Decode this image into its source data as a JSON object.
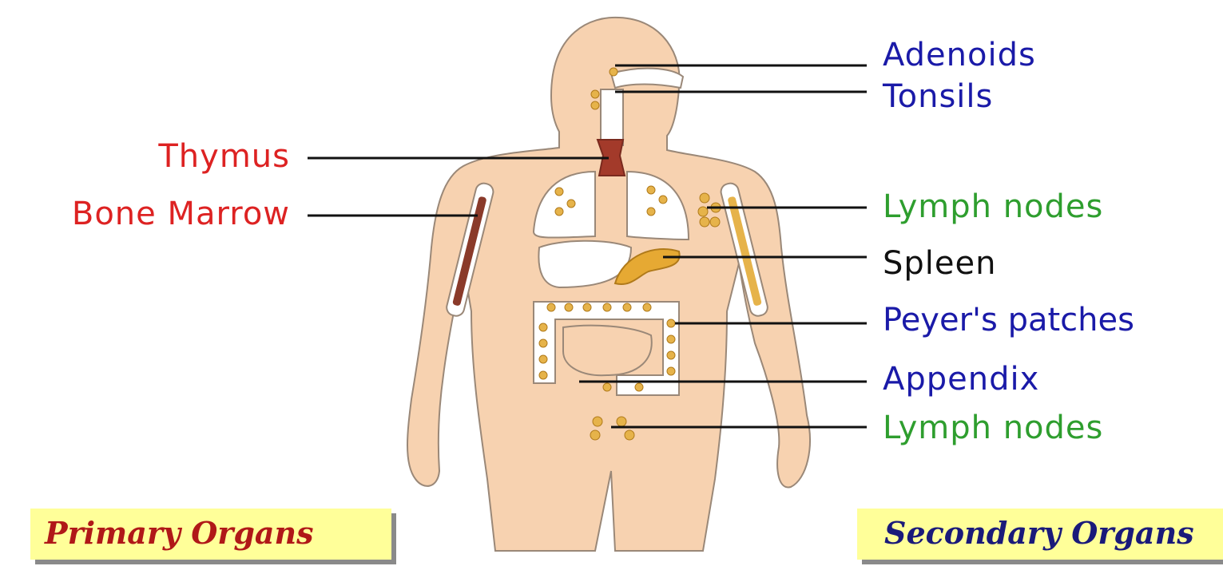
{
  "labels": {
    "adenoids": "Adenoids",
    "tonsils": "Tonsils",
    "thymus": "Thymus",
    "bone_marrow": "Bone Marrow",
    "lymph_nodes_upper": "Lymph nodes",
    "spleen": "Spleen",
    "peyers_patches": "Peyer's patches",
    "appendix": "Appendix",
    "lymph_nodes_lower": "Lymph nodes"
  },
  "groups": {
    "primary": "Primary Organs",
    "secondary": "Secondary Organs"
  },
  "colors": {
    "primary_label": "#dd2222",
    "secondary_blue": "#1a1aa8",
    "secondary_green": "#2e9e2e",
    "neutral": "#111111",
    "skin": "#f7d2b0",
    "skin_outline": "#9a8878",
    "node": "#e6b34a",
    "box_fill": "#ffff99"
  }
}
